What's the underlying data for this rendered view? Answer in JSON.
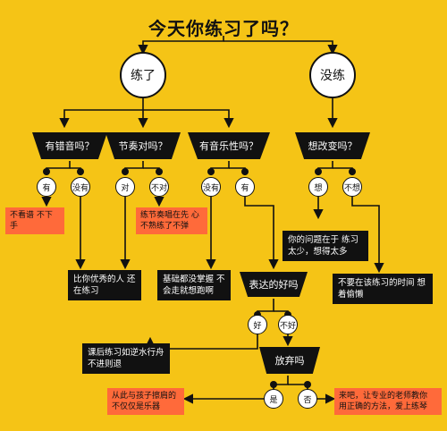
{
  "title": "今天你练习了吗？",
  "nodes": {
    "practiced": "练了",
    "not_practiced": "没练",
    "q_wrong_notes": "有错音吗？",
    "q_rhythm": "节奏对吗？",
    "q_musicality": "有音乐性吗？",
    "q_change": "想改变吗？",
    "q_expression": "表达的好吗",
    "q_give_up": "放弃吗"
  },
  "answers": {
    "have": "有",
    "none": "没有",
    "correct": "对",
    "incorrect": "不对",
    "none2": "没有",
    "have2": "有",
    "want": "想",
    "not_want": "不想",
    "good": "好",
    "not_good": "不好",
    "yes": "是",
    "no": "否"
  },
  "outcomes": {
    "look_wrong": "不看谱 不下手",
    "rhythm_tip": "练节奏唱在先 心不熟练了不弹",
    "better_than": "比你优秀的人 还在练习",
    "foundation": "基础都没掌握 不会走就想跑啊",
    "too_little": "你的问题在于 练习太少，想得太多",
    "dont_waste": "不要在该练习的时间 想着偷懒",
    "like_rowing": "课后练习如逆水行舟 不进则退",
    "not_just_music": "从此与孩子擦肩的 不仅仅是乐器",
    "come_on": "来吧，让专业的老师教你 用正确的方法，爱上练琴"
  }
}
